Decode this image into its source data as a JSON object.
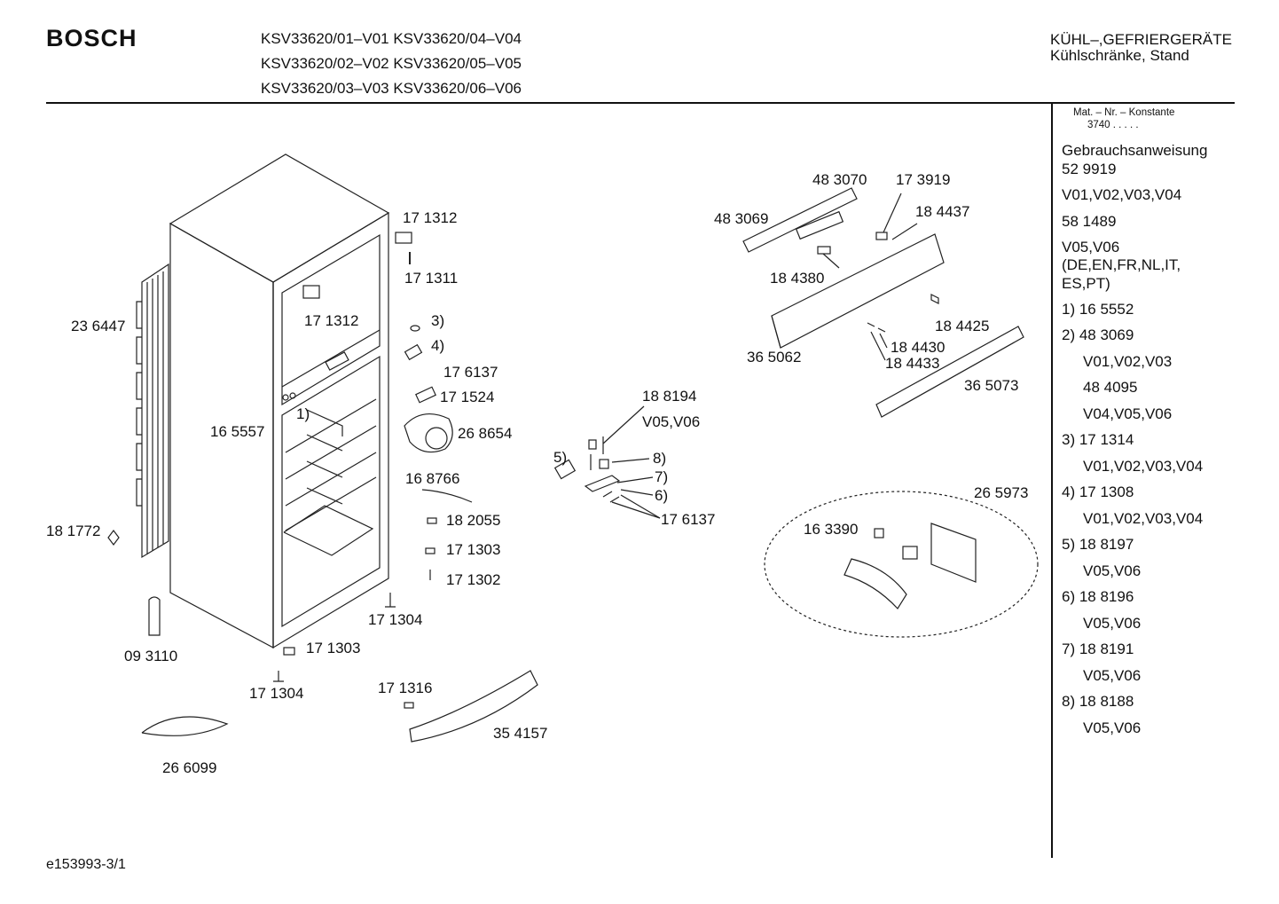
{
  "header": {
    "brand": "BOSCH",
    "models": [
      "KSV33620/01–V01  KSV33620/04–V04",
      "KSV33620/02–V02  KSV33620/05–V05",
      "KSV33620/03–V03  KSV33620/06–V06"
    ],
    "category_line1": "KÜHL–,GEFRIERGERÄTE",
    "category_line2": "Kühlschränke, Stand"
  },
  "sidebar": {
    "matnr_label": "Mat. – Nr. – Konstante",
    "matnr_value": "3740  .  .  .  .  .",
    "items": [
      "Gebrauchsanweisung",
      "52 9919",
      "V01,V02,V03,V04",
      "58 1489",
      "V05,V06",
      "(DE,EN,FR,NL,IT,",
      "ES,PT)",
      "1) 16 5552",
      "2) 48 3069",
      "V01,V02,V03",
      "48 4095",
      "V04,V05,V06",
      "3) 17 1314",
      "V01,V02,V03,V04",
      "4) 17 1308",
      "V01,V02,V03,V04",
      "5) 18 8197",
      "V05,V06",
      "6) 18 8196",
      "V05,V06",
      "7) 18 8191",
      "V05,V06",
      "8) 18 8188",
      "V05,V06"
    ]
  },
  "parts": {
    "p236447": "23 6447",
    "p171312a": "17 1312",
    "p171311": "17 1311",
    "p171312b": "17 1312",
    "ref3": "3)",
    "ref4": "4)",
    "p176137a": "17 6137",
    "p171524": "17 1524",
    "p165557": "16 5557",
    "ref1": "1)",
    "p268654": "26 8654",
    "p168766": "16 8766",
    "p182055": "18 2055",
    "p171303a": "17 1303",
    "p171302": "17 1302",
    "p181772": "18 1772",
    "p171304a": "17 1304",
    "p093110": "09 3110",
    "p171303b": "17 1303",
    "p171304b": "17 1304",
    "p171316": "17 1316",
    "p354157": "35 4157",
    "p266099": "26 6099",
    "p188194": "18 8194",
    "v0506": "V05,V06",
    "ref5": "5)",
    "ref8": "8)",
    "ref7": "7)",
    "ref6": "6)",
    "p176137b": "17 6137",
    "p483070": "48 3070",
    "p173919": "17 3919",
    "p483069": "48 3069",
    "p184437": "18 4437",
    "p184380": "18 4380",
    "p184425": "18 4425",
    "p365062": "36 5062",
    "p184430": "18 4430",
    "p184433": "18 4433",
    "p365073": "36 5073",
    "p265973": "26 5973",
    "p163390": "16 3390"
  },
  "footer": {
    "code": "e153993-3/1"
  }
}
